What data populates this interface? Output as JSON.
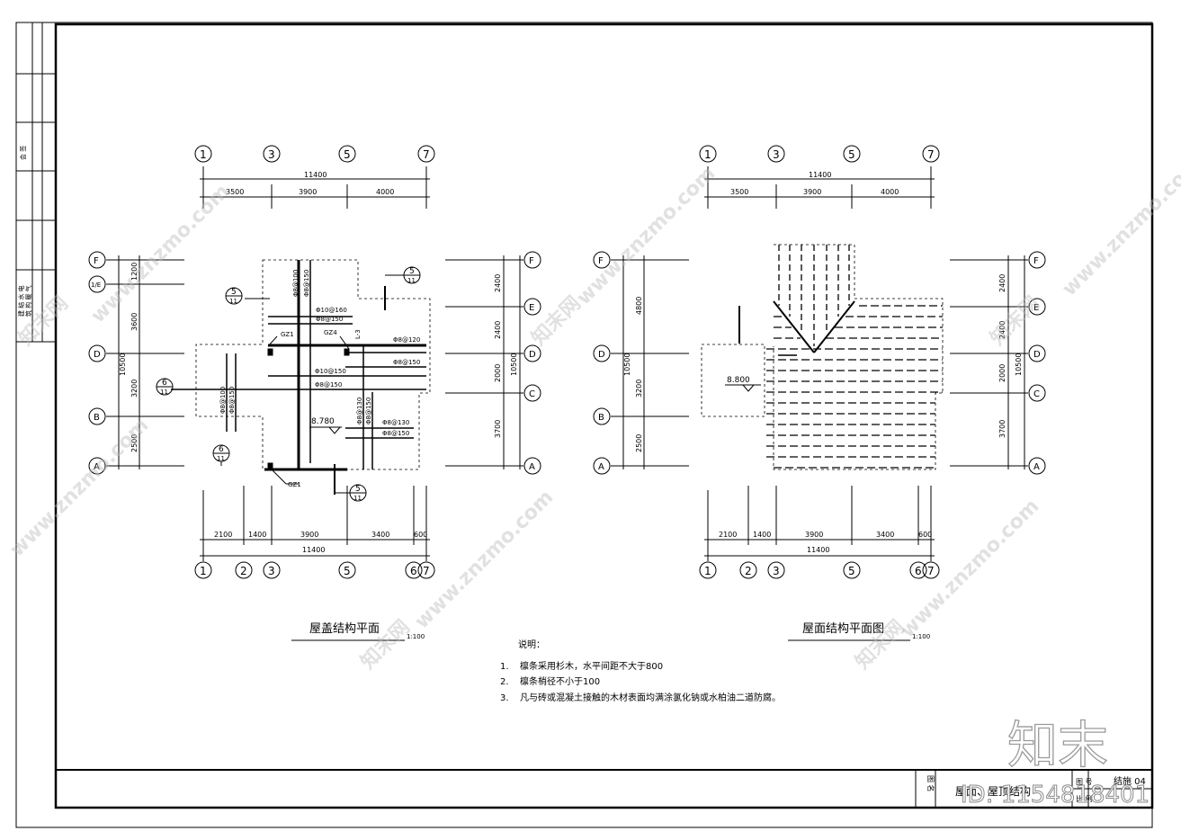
{
  "plan_left": {
    "title": "屋盖结构平面",
    "scale": "1:100",
    "axes_top": [
      "1",
      "3",
      "5",
      "7"
    ],
    "axes_bottom": [
      "1",
      "2",
      "3",
      "5",
      "6",
      "7"
    ],
    "axes_left": [
      "F",
      "1/E",
      "D",
      "B",
      "A"
    ],
    "axes_right": [
      "F",
      "E",
      "D",
      "C",
      "A"
    ],
    "dim_top_total": "11400",
    "dim_top_parts": [
      "3500",
      "3900",
      "4000"
    ],
    "dim_bottom_parts": [
      "2100",
      "1400",
      "3900",
      "3400",
      "600"
    ],
    "dim_bottom_total": "11400",
    "dim_left_total": "10500",
    "dim_left_parts": [
      "1200",
      "3600",
      "3200",
      "2500"
    ],
    "dim_right_total": "10500",
    "dim_right_parts": [
      "2400",
      "2400",
      "2000",
      "3700"
    ],
    "elevation": "8.780",
    "section_marks": [
      {
        "num": "5",
        "sheet": "11"
      },
      {
        "num": "5",
        "sheet": "11"
      },
      {
        "num": "5",
        "sheet": "11"
      },
      {
        "num": "6",
        "sheet": "11"
      },
      {
        "num": "6",
        "sheet": "11"
      }
    ],
    "labels": {
      "gz1a": "GZ1",
      "gz1b": "GZ1",
      "gz4": "GZ4",
      "l3": "L-3",
      "r1": "Φ8@100",
      "r2": "Φ8@150",
      "r3": "Φ10@160",
      "r4": "Φ8@150",
      "r5": "Φ8@120",
      "r6": "Φ8@150",
      "r7": "Φ10@150",
      "r8": "Φ8@150",
      "r9": "Φ8@100",
      "r10": "Φ8@150",
      "r11": "Φ8@130",
      "r12": "Φ8@150",
      "r13": "Φ8@130",
      "r14": "Φ8@150"
    }
  },
  "plan_right": {
    "title": "屋面结构平面图",
    "scale": "1:100",
    "axes_top": [
      "1",
      "3",
      "5",
      "7"
    ],
    "axes_bottom": [
      "1",
      "2",
      "3",
      "5",
      "6",
      "7"
    ],
    "axes_left": [
      "F",
      "D",
      "B",
      "A"
    ],
    "axes_right": [
      "F",
      "E",
      "D",
      "C",
      "A"
    ],
    "dim_top_total": "11400",
    "dim_top_parts": [
      "3500",
      "3900",
      "4000"
    ],
    "dim_bottom_parts": [
      "2100",
      "1400",
      "3900",
      "3400",
      "600"
    ],
    "dim_bottom_total": "11400",
    "dim_left_total": "10500",
    "dim_left_parts": [
      "4800",
      "3200",
      "2500"
    ],
    "dim_right_total": "10500",
    "dim_right_parts": [
      "2400",
      "2400",
      "2000",
      "3700"
    ],
    "elevation": "8.800"
  },
  "notes": {
    "heading": "说明：",
    "items": [
      {
        "num": "1.",
        "text": "檩条采用杉木，水平间距不大于800"
      },
      {
        "num": "2.",
        "text": "檩条梢径不小于100"
      },
      {
        "num": "3.",
        "text": "凡与砖或混凝土接触的木材表面均满涂氯化钠或水柏油二道防腐。"
      }
    ]
  },
  "title_block": {
    "label_drawing": "图 名",
    "drawing_name": "屋面、屋顶结构",
    "label_number": "图 号",
    "drawing_number": "结施 04",
    "label_scale": "比 例"
  },
  "left_strip": {
    "text_a": "会 签",
    "text_b": "建 结 水 电",
    "text_c": "筑 构 暖 气"
  },
  "watermark": {
    "site": "www.znzmo.com",
    "brand": "知末网",
    "logo": "知末",
    "id_text": "ID: 1154818401"
  }
}
